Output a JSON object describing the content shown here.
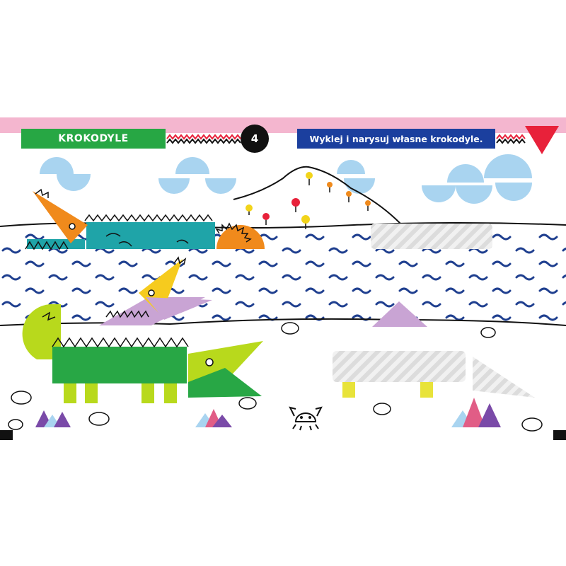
{
  "header": {
    "title": "KROKODYLE",
    "page_number": "4",
    "instruction": "Wyklej i narysuj własne krokodyle."
  },
  "colors": {
    "band_pink": "#f4b6cf",
    "title_green": "#27a744",
    "instruction_blue": "#1b3f9e",
    "corner_red": "#e8213a",
    "wave_navy": "#1f3f8f",
    "cloud_blue": "#a9d4f0"
  },
  "scene": {
    "crocodiles": [
      {
        "name": "orange-teal",
        "head": "orange",
        "body": "teal"
      },
      {
        "name": "yellow-purple",
        "head": "yellow",
        "body": "purple"
      },
      {
        "name": "lime-green",
        "head": "lime",
        "body": "green"
      }
    ],
    "sticker_placeholders": 3
  }
}
